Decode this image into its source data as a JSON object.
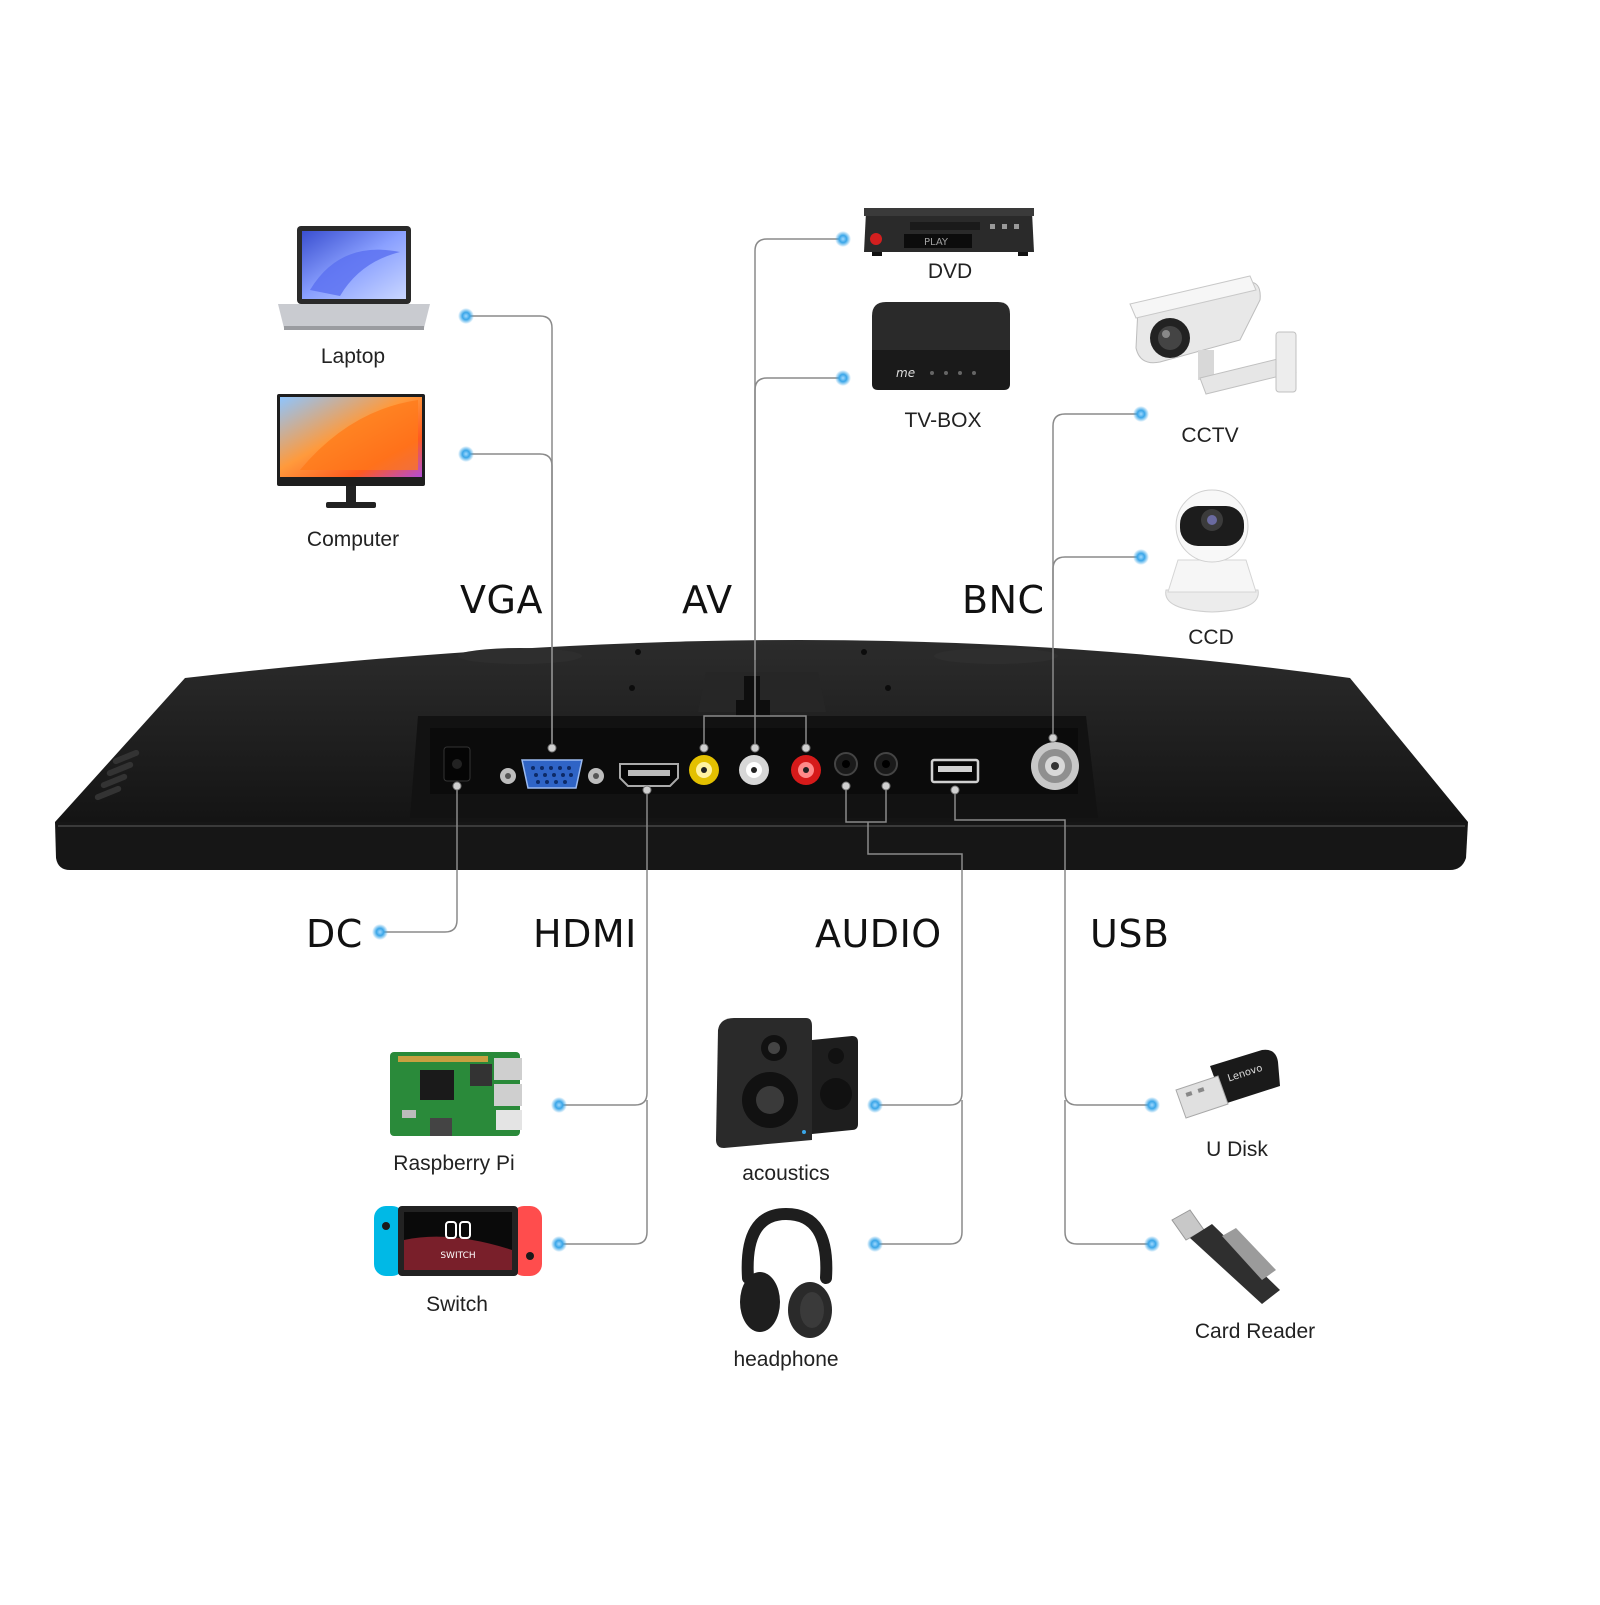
{
  "ports": {
    "vga": "VGA",
    "av": "AV",
    "bnc": "BNC",
    "dc": "DC",
    "hdmi": "HDMI",
    "audio": "AUDIO",
    "usb": "USB"
  },
  "devices": {
    "laptop": "Laptop",
    "computer": "Computer",
    "dvd": "DVD",
    "tvbox": "TV-BOX",
    "cctv": "CCTV",
    "ccd": "CCD",
    "raspberry": "Raspberry Pi",
    "switch": "Switch",
    "acoustics": "acoustics",
    "headphone": "headphone",
    "udisk": "U Disk",
    "cardreader": "Card Reader"
  },
  "branding": {
    "tvbox_logo": "me",
    "dvd_display": "PLAY",
    "switch_logo": "SWITCH",
    "udisk_brand": "Lenovo"
  },
  "colors": {
    "line": "#8a8a8a",
    "dot": "#3aa6e8",
    "monitor": "#1f1f1f"
  }
}
